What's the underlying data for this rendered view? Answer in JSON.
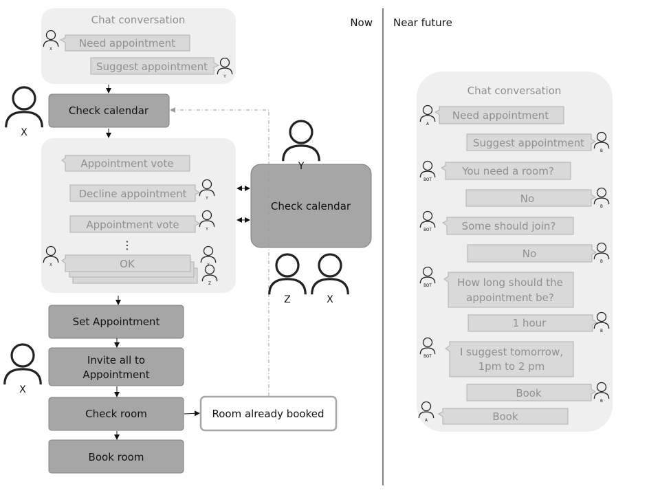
{
  "headers": {
    "now": "Now",
    "near_future": "Near future"
  },
  "now": {
    "chat": {
      "title": "Chat conversation",
      "messages": [
        {
          "from": "X",
          "text": "Need appointment"
        },
        {
          "from": "Y",
          "text": "Suggest appointment"
        }
      ]
    },
    "check_calendar_x": {
      "label": "Check calendar",
      "actor": "X"
    },
    "vote_panel": {
      "messages": [
        {
          "from": "",
          "text": "Appointment vote"
        },
        {
          "from": "Y",
          "text": "Decline appointment"
        },
        {
          "from": "Y",
          "text": "Appointment vote"
        },
        {
          "from": "",
          "text": "⋮"
        },
        {
          "from": "X",
          "text": "OK"
        }
      ],
      "stacked_reply_actors": [
        "Y",
        "Z"
      ]
    },
    "check_calendar_shared": {
      "label": "Check calendar",
      "actors": [
        "Y",
        "Z",
        "X"
      ]
    },
    "steps": [
      {
        "label": "Set Appointment"
      },
      {
        "label_lines": [
          "Invite all to",
          "Appointment"
        ],
        "actor": "X"
      },
      {
        "label": "Check room"
      },
      {
        "label": "Book room"
      }
    ],
    "room_booked": "Room already booked"
  },
  "near_future": {
    "chat": {
      "title": "Chat conversation",
      "messages": [
        {
          "from": "A",
          "text": "Need appointment"
        },
        {
          "from": "B",
          "text": "Suggest appointment"
        },
        {
          "from": "BOT",
          "text": "You need a room?"
        },
        {
          "from": "B",
          "text": "No"
        },
        {
          "from": "BOT",
          "text": "Some should join?"
        },
        {
          "from": "B",
          "text": "No"
        },
        {
          "from": "BOT",
          "lines": [
            "How long should the",
            "appointment be?"
          ]
        },
        {
          "from": "B",
          "text": "1 hour"
        },
        {
          "from": "BOT",
          "lines": [
            "I suggest tomorrow,",
            "1pm to 2 pm"
          ]
        },
        {
          "from": "B",
          "text": "Book"
        },
        {
          "from": "A",
          "text": "Book"
        }
      ]
    }
  }
}
